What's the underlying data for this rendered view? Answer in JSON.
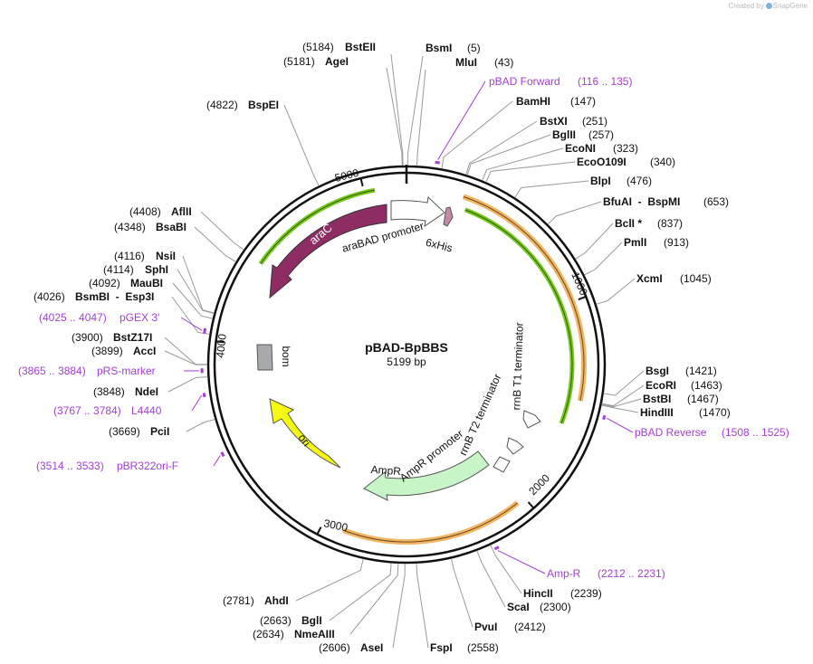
{
  "credit": {
    "prefix": "Created by",
    "brand": "SnapGene"
  },
  "plasmid": {
    "name": "pBAD-BpBBS",
    "length_label": "5199 bp",
    "length": 5199
  },
  "ticks": [
    "1000",
    "2000",
    "3000",
    "4000",
    "5000"
  ],
  "features": [
    {
      "label": "araC",
      "color": "#8e2d63",
      "label_color": "#ffffff"
    },
    {
      "label": "araBAD promoter",
      "color": "#ffffff",
      "label_color": "#111111"
    },
    {
      "label": "6xHis",
      "color": "#c48aa5",
      "label_color": "#111111"
    },
    {
      "label": "rrnB T1 terminator",
      "color": "#ffffff",
      "label_color": "#111111"
    },
    {
      "label": "rrnB T2 terminator",
      "color": "#ffffff",
      "label_color": "#111111"
    },
    {
      "label": "AmpR promoter",
      "color": "#ffffff",
      "label_color": "#111111"
    },
    {
      "label": "AmpR",
      "color": "#c8f5c8",
      "label_color": "#111111"
    },
    {
      "label": "ori",
      "color": "#f7f714",
      "label_color": "#111111"
    },
    {
      "label": "bom",
      "color": "#a7a9ad",
      "label_color": "#111111"
    }
  ],
  "colors": {
    "accent_primer": "#a43ed6",
    "orf_outer": "#f1b564",
    "orf_inner": "#78c81e"
  },
  "sites": [
    {
      "name": "BstEII",
      "pos": "(5184)"
    },
    {
      "name": "AgeI",
      "pos": "(5181)"
    },
    {
      "name": "BsmI",
      "pos": "(5)"
    },
    {
      "name": "MluI",
      "pos": "(43)"
    },
    {
      "name": "BamHI",
      "pos": "(147)"
    },
    {
      "name": "BstXI",
      "pos": "(251)"
    },
    {
      "name": "BglII",
      "pos": "(257)"
    },
    {
      "name": "EcoNI",
      "pos": "(323)"
    },
    {
      "name": "EcoO109I",
      "pos": "(340)"
    },
    {
      "name": "BlpI",
      "pos": "(476)"
    },
    {
      "name": "BfuAI  -  BspMI",
      "pos": "(653)"
    },
    {
      "name": "BclI *",
      "pos": "(837)"
    },
    {
      "name": "PmlI",
      "pos": "(913)"
    },
    {
      "name": "XcmI",
      "pos": "(1045)"
    },
    {
      "name": "BsgI",
      "pos": "(1421)"
    },
    {
      "name": "EcoRI",
      "pos": "(1463)"
    },
    {
      "name": "BstBI",
      "pos": "(1467)"
    },
    {
      "name": "HindIII",
      "pos": "(1470)"
    },
    {
      "name": "HincII",
      "pos": "(2239)"
    },
    {
      "name": "ScaI",
      "pos": "(2300)"
    },
    {
      "name": "PvuI",
      "pos": "(2412)"
    },
    {
      "name": "FspI",
      "pos": "(2558)"
    },
    {
      "name": "AseI",
      "pos": "(2606)"
    },
    {
      "name": "NmeAIII",
      "pos": "(2634)"
    },
    {
      "name": "BglI",
      "pos": "(2663)"
    },
    {
      "name": "AhdI",
      "pos": "(2781)"
    },
    {
      "name": "PciI",
      "pos": "(3669)"
    },
    {
      "name": "NdeI",
      "pos": "(3848)"
    },
    {
      "name": "AccI",
      "pos": "(3899)"
    },
    {
      "name": "BstZ17I",
      "pos": "(3900)"
    },
    {
      "name": "BsmBI  -  Esp3I",
      "pos": "(4026)"
    },
    {
      "name": "MauBI",
      "pos": "(4092)"
    },
    {
      "name": "SphI",
      "pos": "(4114)"
    },
    {
      "name": "NsiI",
      "pos": "(4116)"
    },
    {
      "name": "BsaBI",
      "pos": "(4348)"
    },
    {
      "name": "AflII",
      "pos": "(4408)"
    },
    {
      "name": "BspEI",
      "pos": "(4822)"
    }
  ],
  "primers": [
    {
      "name": "pBAD Forward",
      "range": "(116 .. 135)"
    },
    {
      "name": "pBAD Reverse",
      "range": "(1508 .. 1525)"
    },
    {
      "name": "Amp-R",
      "range": "(2212 .. 2231)"
    },
    {
      "name": "pBR322ori-F",
      "range": "(3514 .. 3533)"
    },
    {
      "name": "L4440",
      "range": "(3767 .. 3784)"
    },
    {
      "name": "pRS-marker",
      "range": "(3865 .. 3884)"
    },
    {
      "name": "pGEX 3'",
      "range": "(4025 .. 4047)"
    }
  ]
}
